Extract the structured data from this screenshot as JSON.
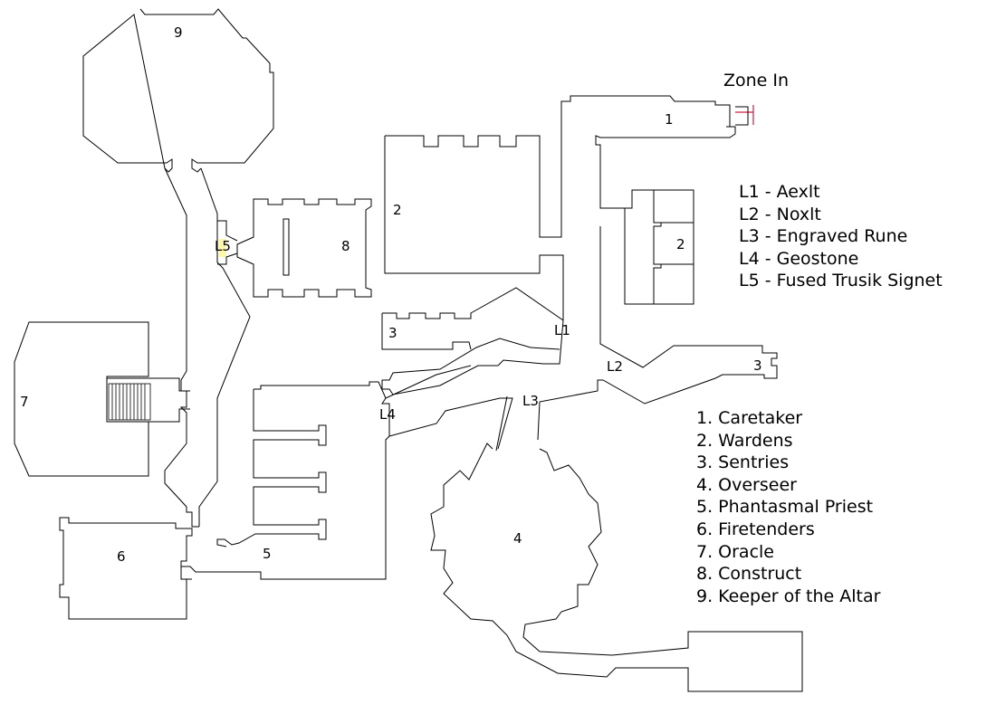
{
  "map": {
    "zone_in_label": "Zone In",
    "room_labels": {
      "room_1": "1",
      "room_2_west": "2",
      "room_2_east": "2",
      "room_3_west": "3",
      "room_3_east": "3",
      "room_4": "4",
      "room_5": "5",
      "room_6": "6",
      "room_7": "7",
      "room_8": "8",
      "room_9": "9"
    },
    "loot_markers": {
      "l1": "L1",
      "l2": "L2",
      "l3": "L3",
      "l4": "L4",
      "l5": "L5"
    },
    "loot_legend": [
      "L1 - Aexlt",
      "L2 - Noxlt",
      "L3 - Engraved Rune",
      "L4 - Geostone",
      "L5 - Fused Trusik Signet"
    ],
    "boss_legend": [
      "1. Caretaker",
      "2. Wardens",
      "3. Sentries",
      "4. Overseer",
      "5. Phantasmal Priest",
      "6. Firetenders",
      "7. Oracle",
      "8. Construct",
      "9. Keeper of the Altar"
    ],
    "colors": {
      "outline": "#000000",
      "zone_in_marker": "#cc1f44",
      "l5_highlight": "#fff7a8",
      "background": "#ffffff"
    }
  }
}
